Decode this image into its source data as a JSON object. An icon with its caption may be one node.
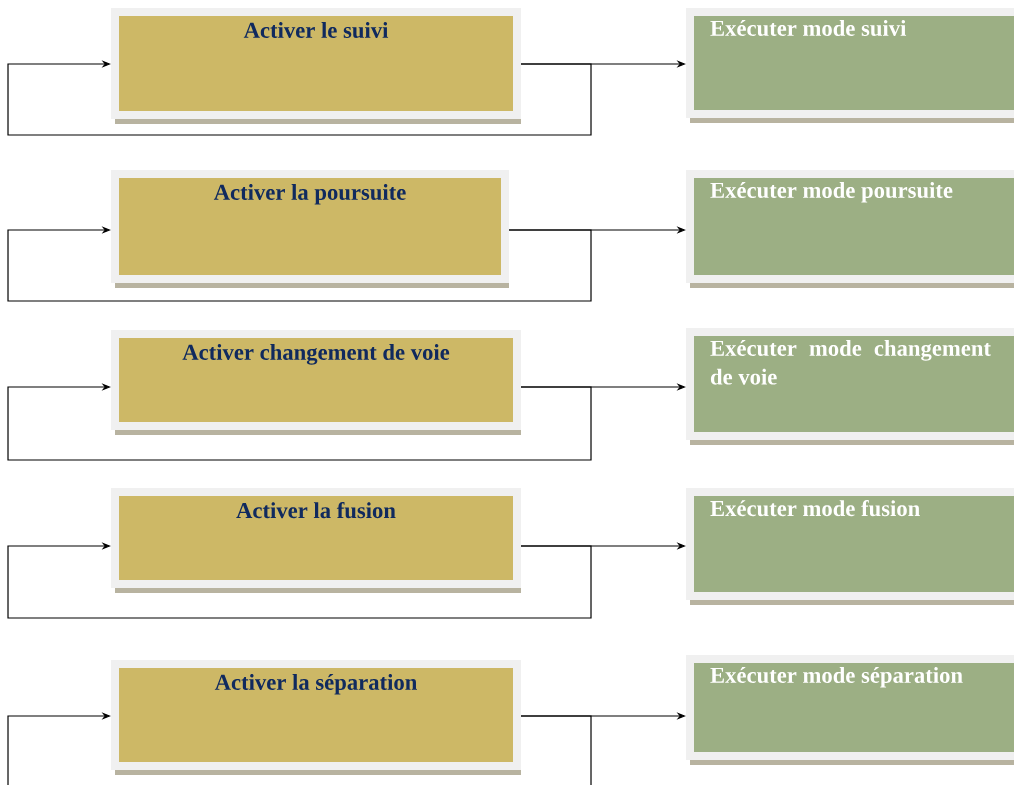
{
  "diagram": {
    "nodes": [
      {
        "text": [
          "Activer le suivi"
        ]
      },
      {
        "text": [
          "Exécuter mode suivi"
        ]
      },
      {
        "text": [
          "Activer la poursuite"
        ]
      },
      {
        "text": [
          "Exécuter mode poursuite"
        ]
      },
      {
        "text": [
          "Activer changement de voie"
        ]
      },
      {
        "text": [
          "Exécuter mode changement de voie"
        ]
      },
      {
        "text": [
          "Activer la fusion"
        ]
      },
      {
        "text": [
          "Exécuter mode fusion"
        ]
      },
      {
        "text": [
          "Activer la séparation"
        ]
      },
      {
        "text": [
          "Exécuter mode séparation"
        ]
      }
    ],
    "edges": [
      {
        "from": 0,
        "to": 1,
        "arrow": "to"
      },
      {
        "from": 0,
        "to": 0,
        "arrow": "to"
      },
      {
        "from": 2,
        "to": 3,
        "arrow": "to"
      },
      {
        "from": 2,
        "to": 2,
        "arrow": "to"
      },
      {
        "from": 4,
        "to": 5,
        "arrow": "to"
      },
      {
        "from": 4,
        "to": 4,
        "arrow": "to"
      },
      {
        "from": 6,
        "to": 7,
        "arrow": "to"
      },
      {
        "from": 6,
        "to": 6,
        "arrow": "to"
      },
      {
        "from": 8,
        "to": 9,
        "arrow": "to"
      },
      {
        "from": 8,
        "to": 8,
        "arrow": "to"
      }
    ]
  }
}
